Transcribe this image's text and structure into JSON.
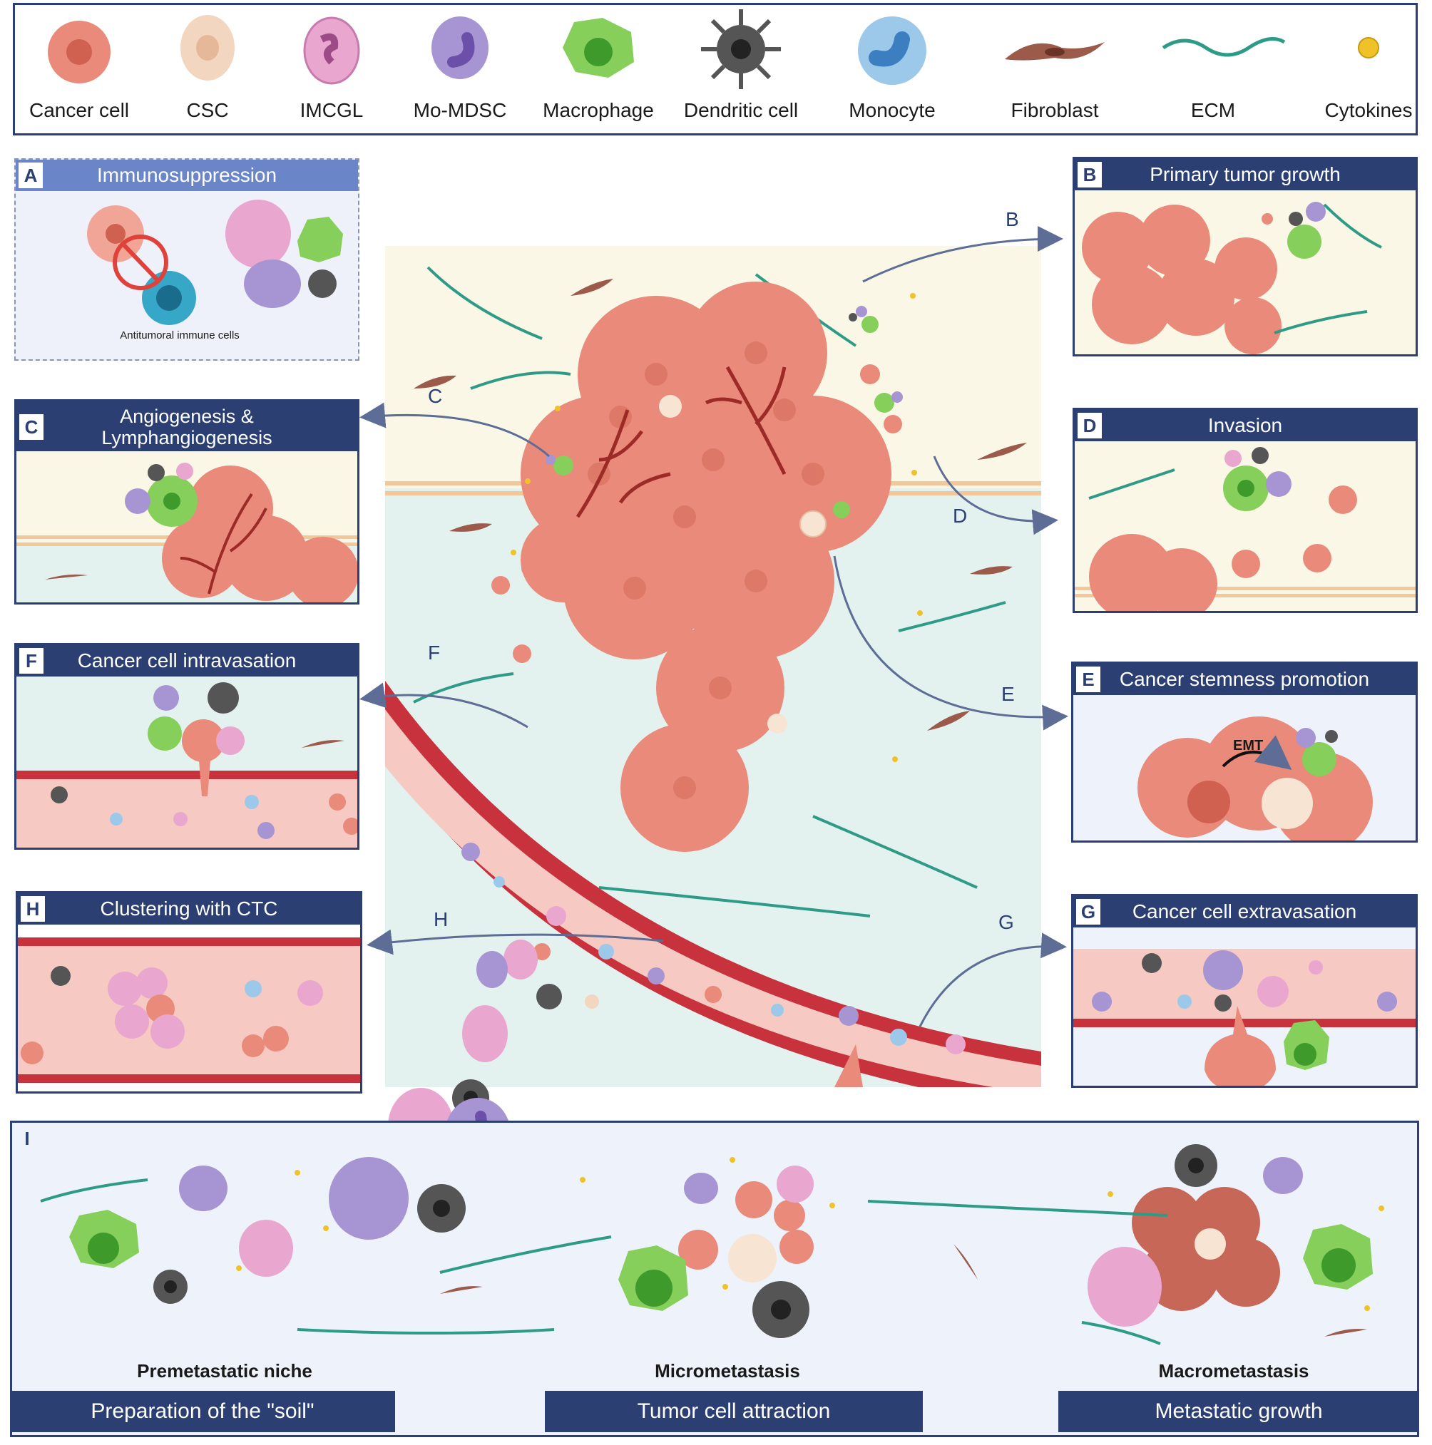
{
  "legend": {
    "items": [
      {
        "label": "Cancer cell",
        "icon": "cancer-cell-icon",
        "color": "#e98a7a"
      },
      {
        "label": "CSC",
        "icon": "csc-icon",
        "color": "#f2d6bf"
      },
      {
        "label": "IMCGL",
        "icon": "imcgl-icon",
        "color": "#e9a6cf"
      },
      {
        "label": "Mo-MDSC",
        "icon": "mo-mdsc-icon",
        "color": "#a795d3"
      },
      {
        "label": "Macrophage",
        "icon": "macrophage-icon",
        "color": "#86cf5a"
      },
      {
        "label": "Dendritic cell",
        "icon": "dendritic-cell-icon",
        "color": "#555555"
      },
      {
        "label": "Monocyte",
        "icon": "monocyte-icon",
        "color": "#9cc9ea"
      },
      {
        "label": "Fibroblast",
        "icon": "fibroblast-icon",
        "color": "#9b5a4a"
      },
      {
        "label": "ECM",
        "icon": "ecm-icon",
        "color": "#2e9b86"
      },
      {
        "label": "Cytokines",
        "icon": "cytokine-icon",
        "color": "#f0c22a"
      }
    ]
  },
  "panels": {
    "a": {
      "letter": "A",
      "title": "Immunosuppression",
      "note": "Antitumoral immune cells"
    },
    "b": {
      "letter": "B",
      "title": "Primary tumor growth"
    },
    "c": {
      "letter": "C",
      "title": "Angiogenesis & Lymphangiogenesis"
    },
    "d": {
      "letter": "D",
      "title": "Invasion"
    },
    "e": {
      "letter": "E",
      "title": "Cancer stemness promotion",
      "note": "EMT"
    },
    "f": {
      "letter": "F",
      "title": "Cancer cell intravasation"
    },
    "g": {
      "letter": "G",
      "title": "Cancer cell extravasation"
    },
    "h": {
      "letter": "H",
      "title": "Clustering with CTC"
    },
    "i": {
      "letter": "I"
    }
  },
  "center_labels": {
    "b": "B",
    "c": "C",
    "d": "D",
    "e": "E",
    "f": "F",
    "g": "G",
    "h": "H"
  },
  "metastasis": {
    "labels": [
      "Premetastatic niche",
      "Micrometastasis",
      "Macrometastasis"
    ],
    "stages": [
      "Preparation of the \"soil\"",
      "Tumor cell attraction",
      "Metastatic growth"
    ]
  },
  "colors": {
    "frame": "#2b3f73",
    "tumor": "#e98a7a",
    "vessel": "#c8323c",
    "stroma": "#e4f2ef",
    "arrow": "#5d6d96"
  }
}
